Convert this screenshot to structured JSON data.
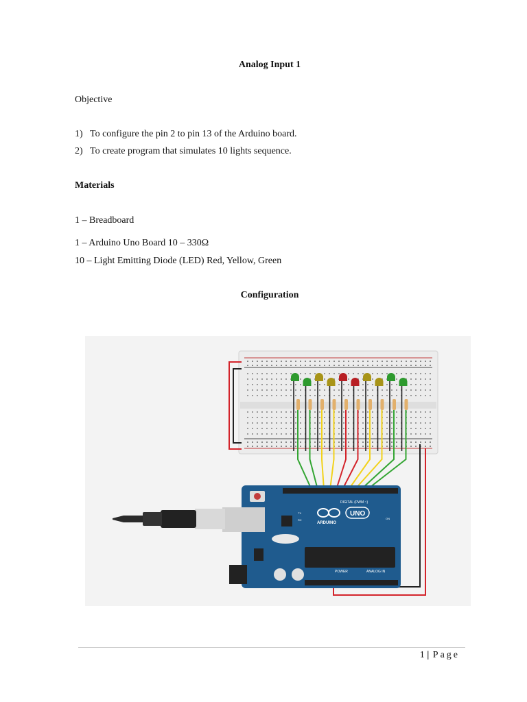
{
  "document": {
    "title": "Analog Input 1",
    "objective_heading": "Objective",
    "objectives": [
      {
        "num": "1)",
        "text": "To configure the pin 2 to pin 13 of the Arduino board."
      },
      {
        "num": "2)",
        "text": "To create program that simulates 10 lights sequence."
      }
    ],
    "materials_heading": "Materials",
    "materials": [
      "1 – Breadboard",
      "1 – Arduino Uno Board 10 – 330Ω",
      "10 – Light Emitting Diode (LED) Red, Yellow, Green"
    ],
    "configuration_heading": "Configuration"
  },
  "figure": {
    "board_brand": "ARDUINO",
    "board_model": "UNO",
    "digital_label": "DIGITAL (PWM ~)",
    "power_label": "POWER",
    "analog_label": "ANALOG IN",
    "tx_label": "TX",
    "rx_label": "RX",
    "on_label": "ON",
    "led_colors": [
      "#2e9a2e",
      "#2e9a2e",
      "#a89418",
      "#a89418",
      "#b81f24",
      "#b81f24",
      "#a89418",
      "#a89418",
      "#2e9a2e",
      "#2e9a2e"
    ],
    "wire_colors": [
      "#33a532",
      "#33a532",
      "#f2d21b",
      "#f2d21b",
      "#d3232a",
      "#d3232a",
      "#f2d21b",
      "#f2d21b",
      "#33a532",
      "#33a532"
    ],
    "board_color": "#1f5b8e"
  },
  "footer": {
    "page_number": "1",
    "separator": "|",
    "page_label": "Page"
  }
}
